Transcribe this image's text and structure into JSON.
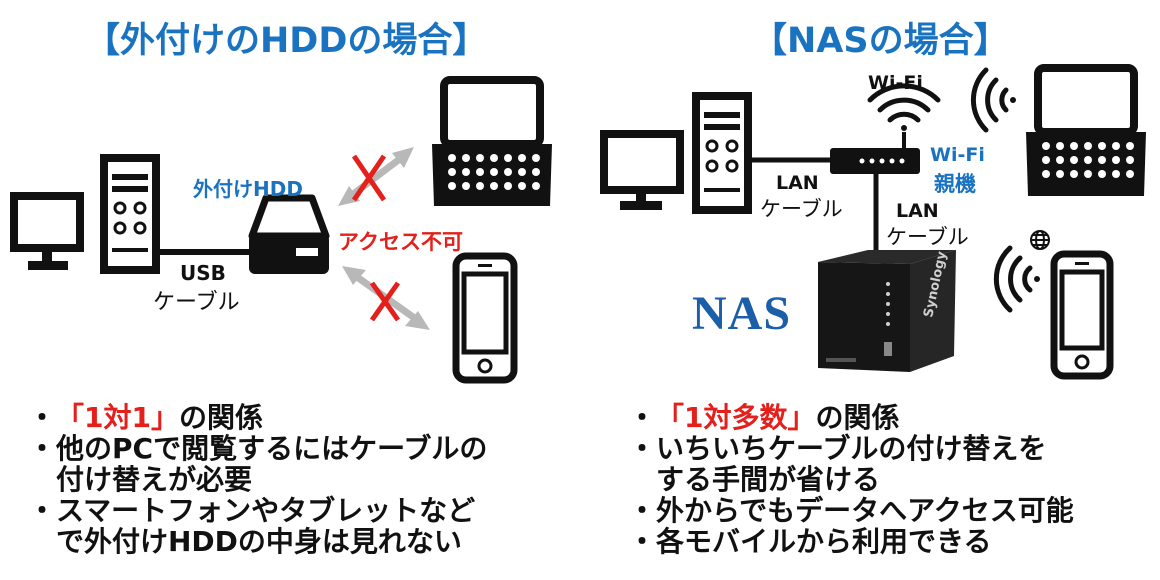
{
  "left": {
    "title": "【外付けのHDDの場合】",
    "hdd_label": "外付けHDD",
    "access_label": "アクセス不可",
    "usb_label_1": "USB",
    "usb_label_2": "ケーブル",
    "bullets": [
      {
        "pre": "",
        "highlight": "「1対1」",
        "post": "の関係",
        "cont": ""
      },
      {
        "pre": "他のPCで閲覧するにはケーブルの",
        "highlight": "",
        "post": "",
        "cont": "付け替えが必要"
      },
      {
        "pre": "スマートフォンやタブレットなど",
        "highlight": "",
        "post": "",
        "cont": "で外付けHDDの中身は見れない"
      }
    ]
  },
  "right": {
    "title": "【NASの場合】",
    "wifi_label": "Wi-Fi",
    "router_label_1": "Wi-Fi",
    "router_label_2": "親機",
    "lan1_label_1": "LAN",
    "lan1_label_2": "ケーブル",
    "lan2_label_1": "LAN",
    "lan2_label_2": "ケーブル",
    "nas_label": "NAS",
    "nas_brand": "Synology",
    "bullets": [
      {
        "pre": "",
        "highlight": "「1対多数」",
        "post": "の関係",
        "cont": ""
      },
      {
        "pre": "いちいちケーブルの付け替えを",
        "highlight": "",
        "post": "",
        "cont": "する手間が省ける"
      },
      {
        "pre": "外からでもデータへアクセス可能",
        "highlight": "",
        "post": "",
        "cont": ""
      },
      {
        "pre": "各モバイルから利用できる",
        "highlight": "",
        "post": "",
        "cont": ""
      }
    ]
  },
  "colors": {
    "title_blue": "#1a73c0",
    "alert_red": "#e3201b",
    "device_black": "#111111",
    "arrow_gray": "#b8b8b8"
  }
}
